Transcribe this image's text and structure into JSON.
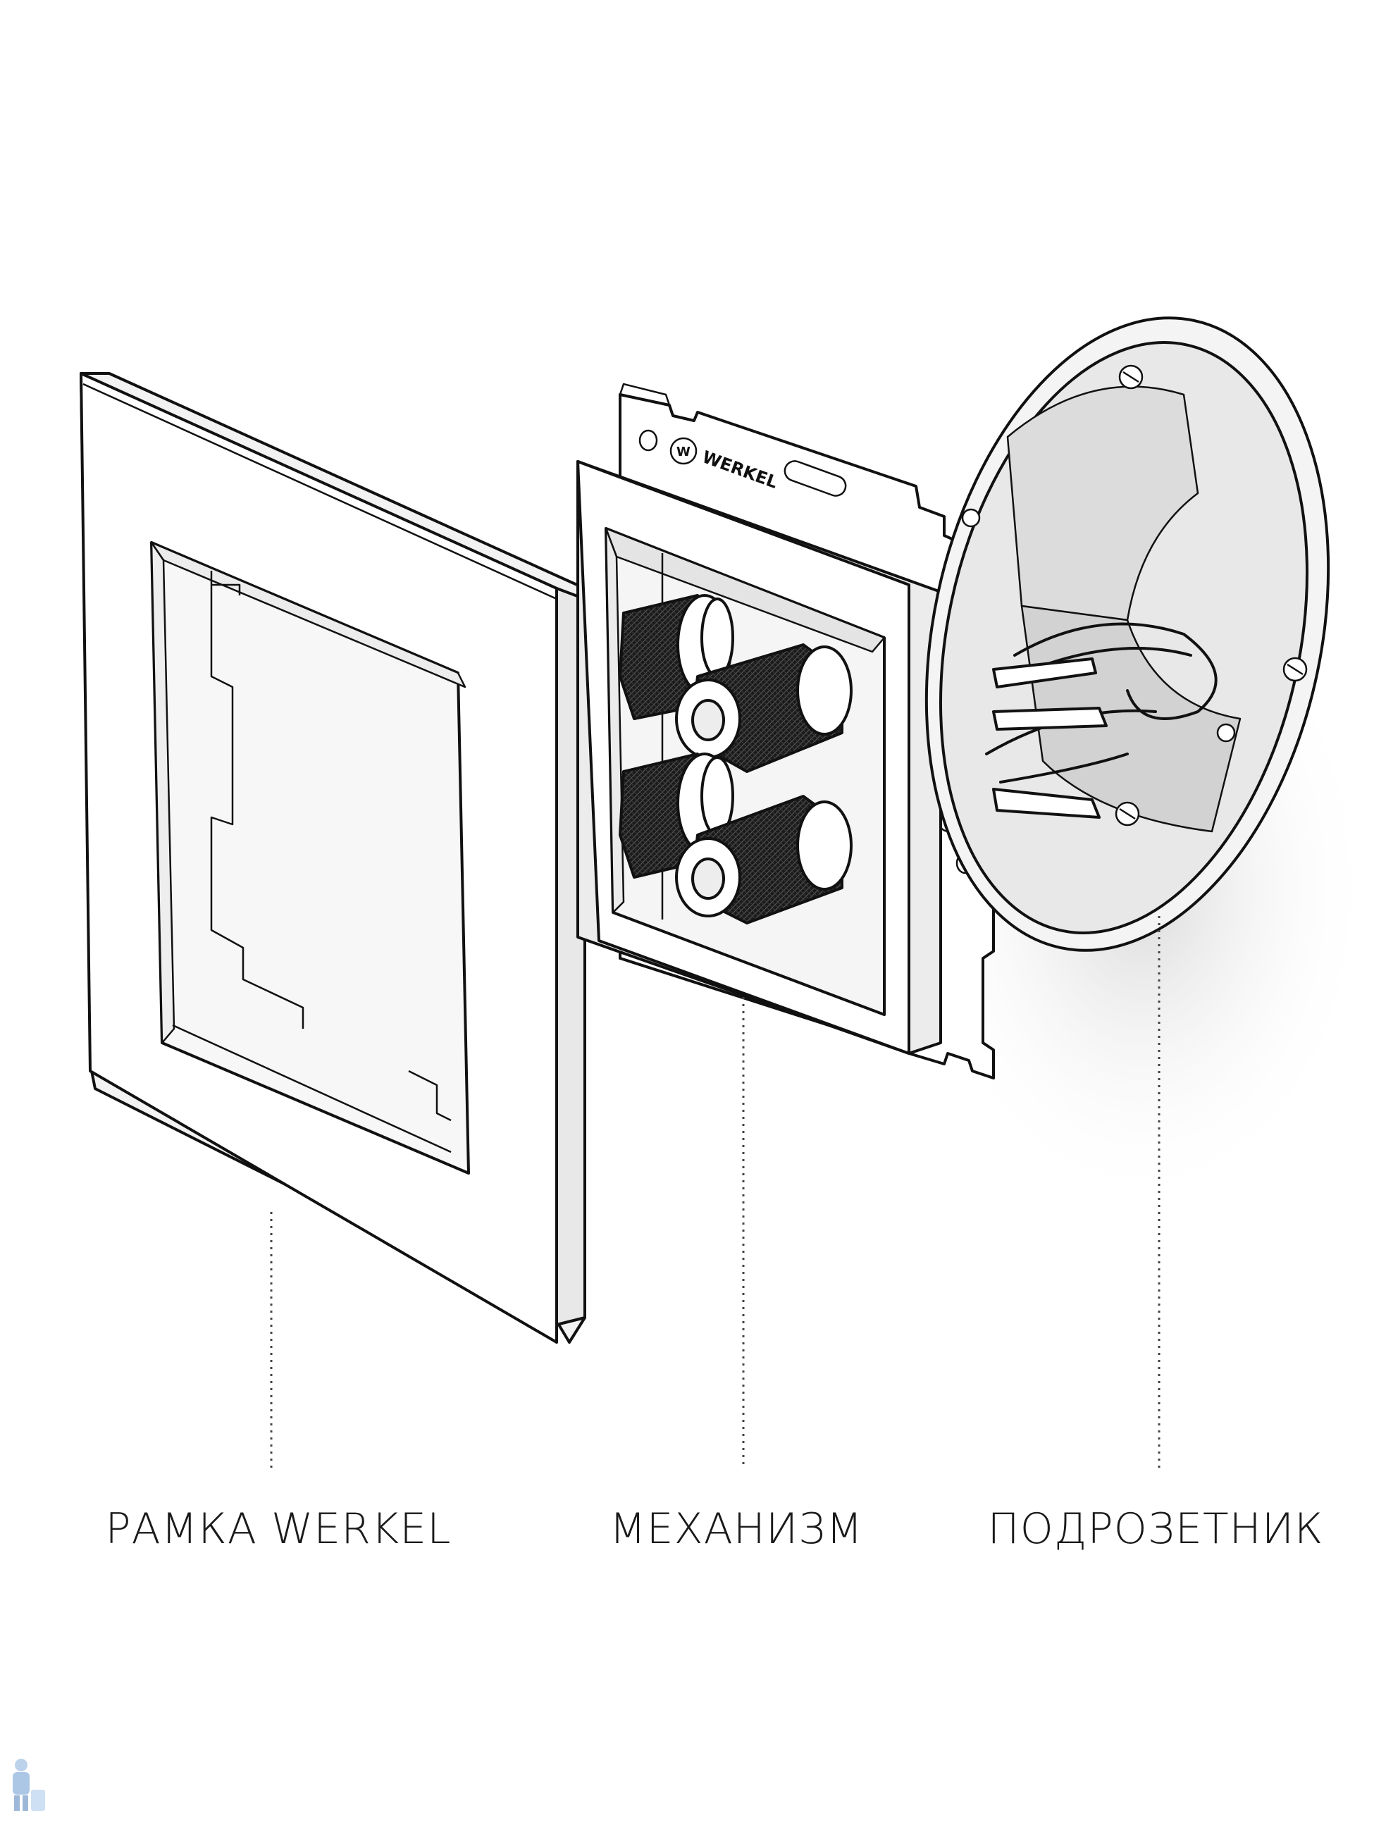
{
  "labels": {
    "frame": "РАМКА WERKEL",
    "mechanism": "МЕХАНИЗМ",
    "box": "ПОДРОЗЕТНИК"
  },
  "brand": {
    "mechanism_logo": "WERKEL"
  },
  "icons": {
    "corner_logo": "plumber-figure-icon"
  },
  "colors": {
    "line": "#111111",
    "fill": "#ffffff",
    "shade": "#e6e6e6",
    "terminal": "#1b1b1b"
  }
}
